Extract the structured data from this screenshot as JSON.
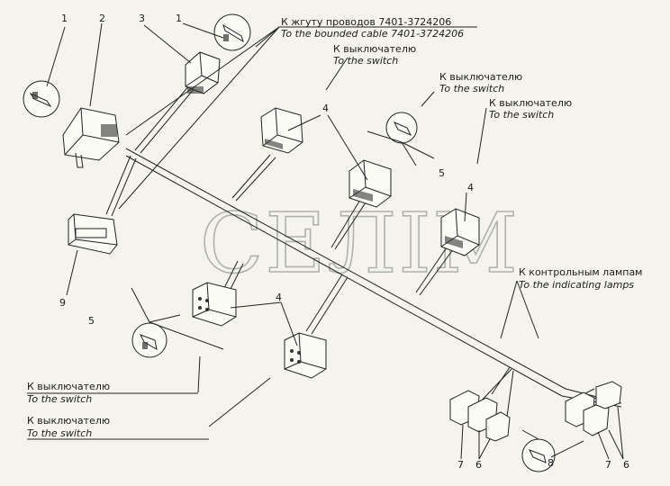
{
  "watermark": "СЕЛІМ",
  "labels": {
    "harness_cable_ru": "К жгуту проводов 7401-3724206",
    "harness_cable_en": "To the bounded cable 7401-3724206",
    "switch_a_ru": "К выключателю",
    "switch_a_en": "To the switch",
    "switch_b_ru": "К выключателю",
    "switch_b_en": "To the switch",
    "switch_c_ru": "К выключателю",
    "switch_c_en": "To the switch",
    "switch_d_ru": "К выключателю",
    "switch_d_en": "To the switch",
    "switch_e_ru": "К выключателю",
    "switch_e_en": "To the switch",
    "lamps_ru": "К контрольным лампам",
    "lamps_en": "To the indicating lamps"
  },
  "callouts": {
    "n1a": "1",
    "n2": "2",
    "n3": "3",
    "n1b": "1",
    "n4a": "4",
    "n4b": "4",
    "n4c": "4",
    "n5a": "5",
    "n5b": "5",
    "n9": "9",
    "n7a": "7",
    "n6a": "6",
    "n8": "8",
    "n7b": "7",
    "n6b": "6"
  }
}
